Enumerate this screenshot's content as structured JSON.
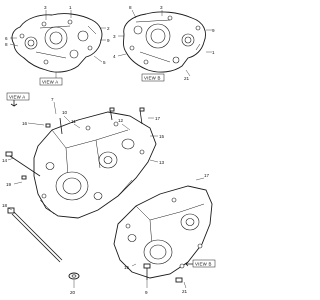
{
  "views": {
    "view_a": "VIEW A",
    "view_b": "VIEW B"
  },
  "callouts": {
    "c1": "1",
    "c2": "2",
    "c3": "3",
    "c4": "4",
    "c5": "5",
    "c6": "6",
    "c7": "7",
    "c8": "8",
    "c9": "9",
    "c10": "10",
    "c11": "11",
    "c12": "12",
    "c13": "13",
    "c14": "14",
    "c15": "15",
    "c16": "16",
    "c17": "17",
    "c18": "18",
    "c19": "19",
    "c20": "20",
    "c21": "21"
  },
  "colors": {
    "line": "#1a1a1a",
    "background": "#ffffff"
  }
}
